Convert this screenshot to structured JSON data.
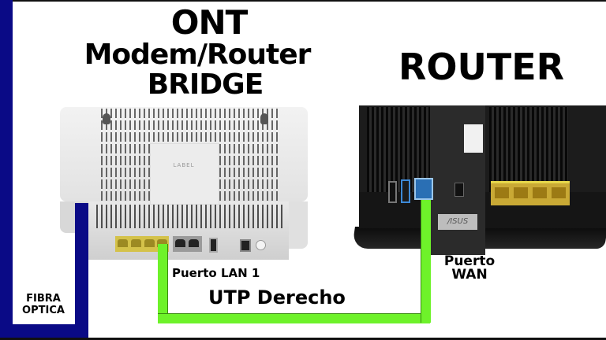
{
  "titles": {
    "left_line1": "ONT",
    "left_line2": "Modem/Router",
    "left_line3": "BRIDGE",
    "right": "ROUTER"
  },
  "ont": {
    "label_plate": "LABEL",
    "lan_ports": 4,
    "tel_ports": 2
  },
  "router": {
    "brand_logo": "/ISUS",
    "lan_ports": 4
  },
  "labels": {
    "lan_port": "Puerto LAN 1",
    "cable": "UTP Derecho",
    "wan_port_line1": "Puerto",
    "wan_port_line2": "WAN",
    "fiber_line1": "FIBRA",
    "fiber_line2": "OPTICA"
  },
  "colors": {
    "navy_border": "#0a0a86",
    "fiber_cable": "#0a0a86",
    "utp_cable": "#6ef22a",
    "lan_ports": "#d4c24a",
    "wan_port": "#2a6fb4",
    "router_body": "#1c1c1c",
    "ont_body": "#eaeaea"
  }
}
